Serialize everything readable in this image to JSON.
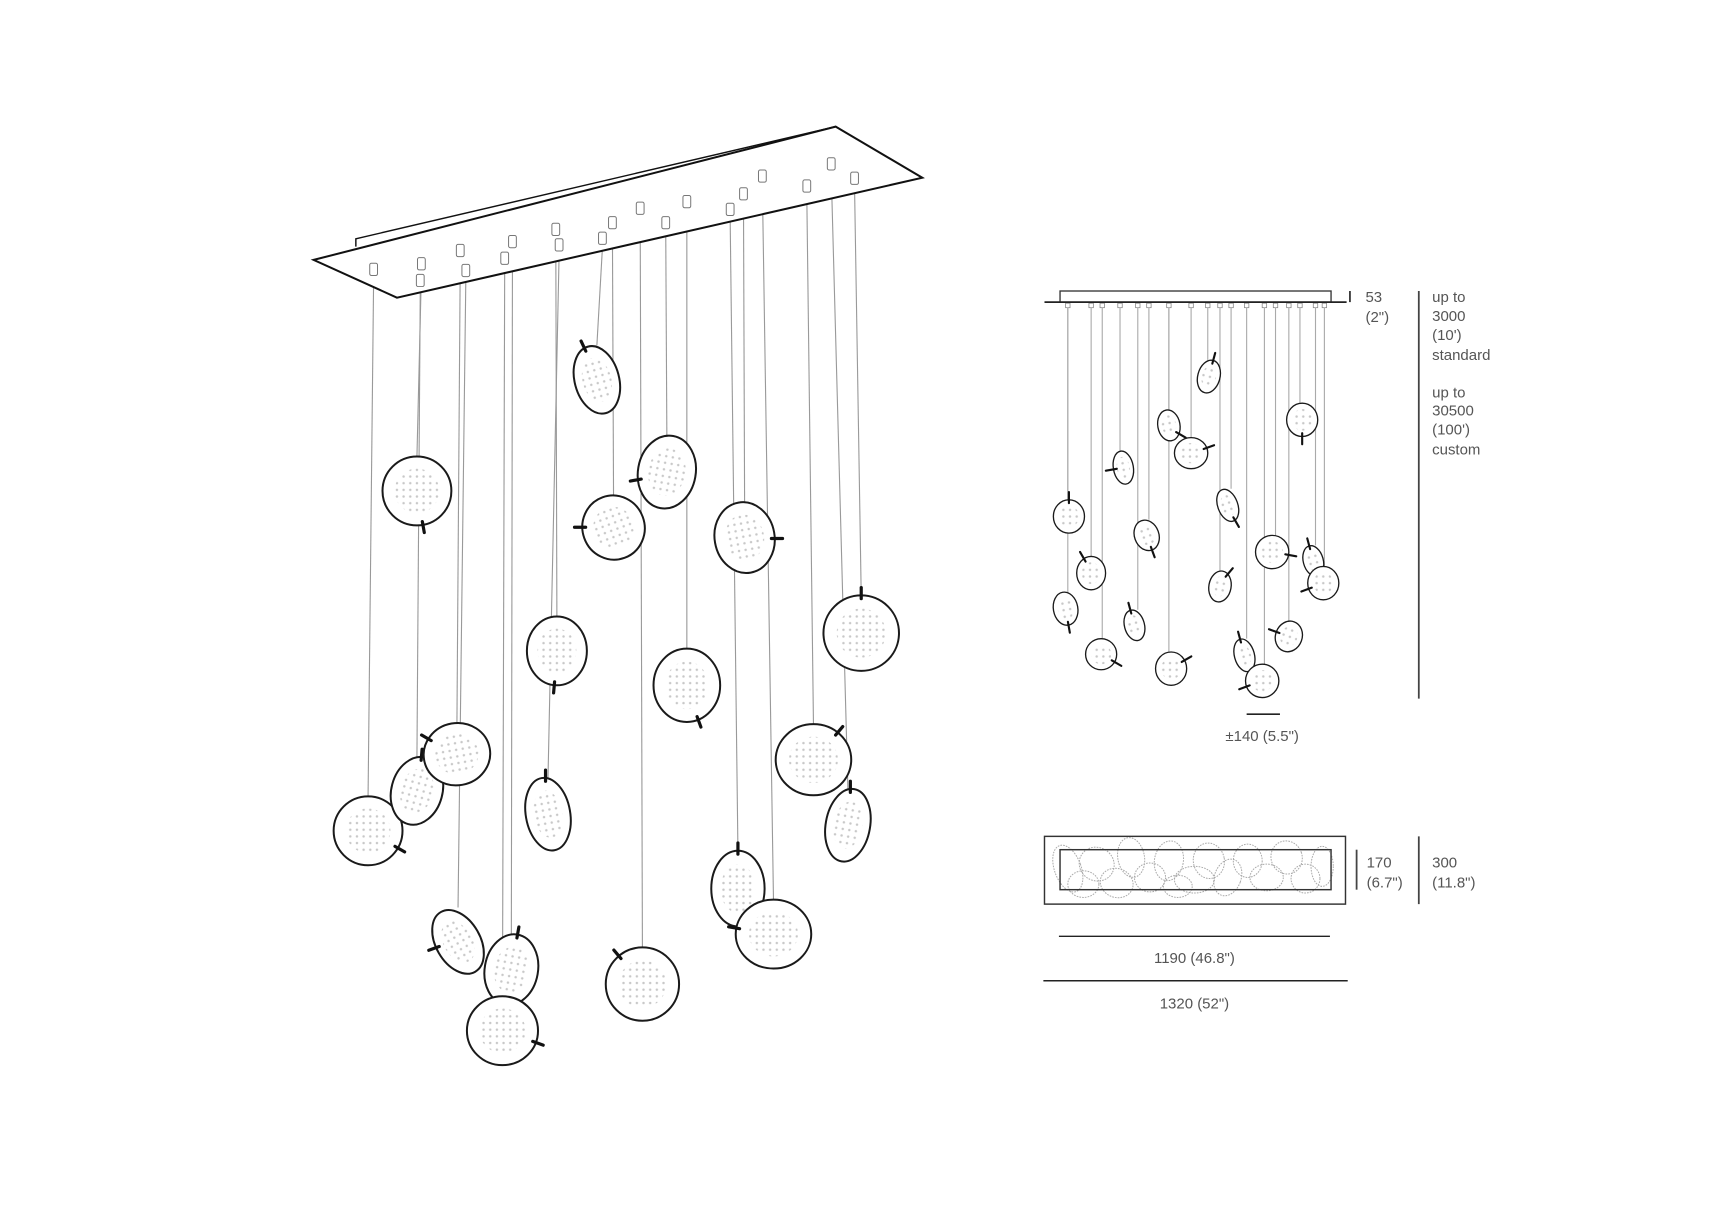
{
  "elevation": {
    "canopy_height": "53",
    "canopy_height_in": "(2\")",
    "standard_length": [
      "up to",
      "3000",
      "(10')",
      "standard"
    ],
    "custom_length": [
      "up to",
      "30500",
      "(100')",
      "custom"
    ],
    "pendant_diameter": "±140 (5.5\")"
  },
  "plan": {
    "canopy_depth": "170",
    "canopy_depth_in": "(6.7\")",
    "overall_depth": "300",
    "overall_depth_in": "(11.8\")",
    "canopy_width": "1190 (46.8\")",
    "overall_width": "1320 (52\")"
  }
}
